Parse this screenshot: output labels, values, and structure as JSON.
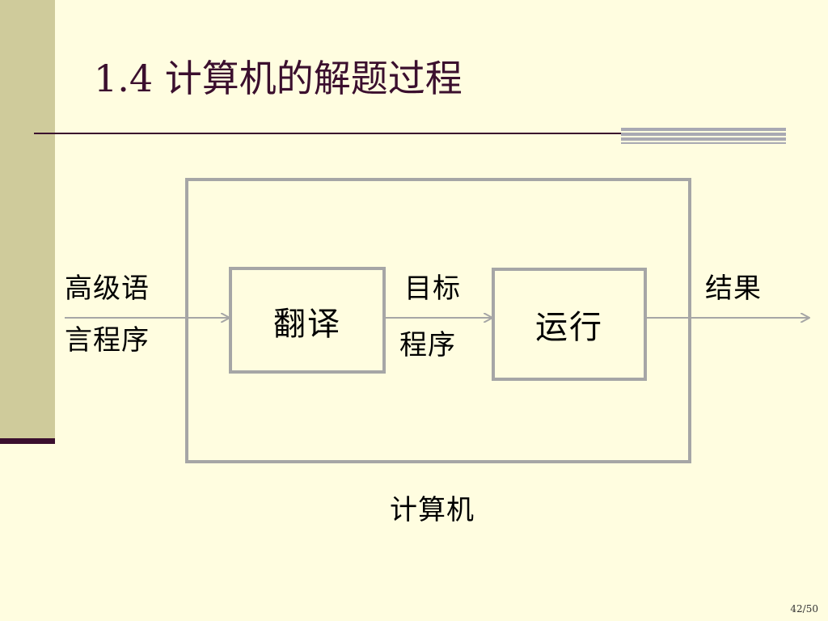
{
  "slide": {
    "title": "1.4 计算机的解题过程",
    "page_number": "42/50"
  },
  "diagram": {
    "input_label_line1": "高级语",
    "input_label_line2": "言程序",
    "translate_box": "翻译",
    "middle_label_line1": "目标",
    "middle_label_line2": "程序",
    "run_box": "运行",
    "output_label": "结果",
    "container_label": "计算机"
  },
  "colors": {
    "background": "#fffde0",
    "sidebar": "#cfcb9b",
    "title_text": "#3b0f2e",
    "box_stroke": "#a6a6a6"
  }
}
